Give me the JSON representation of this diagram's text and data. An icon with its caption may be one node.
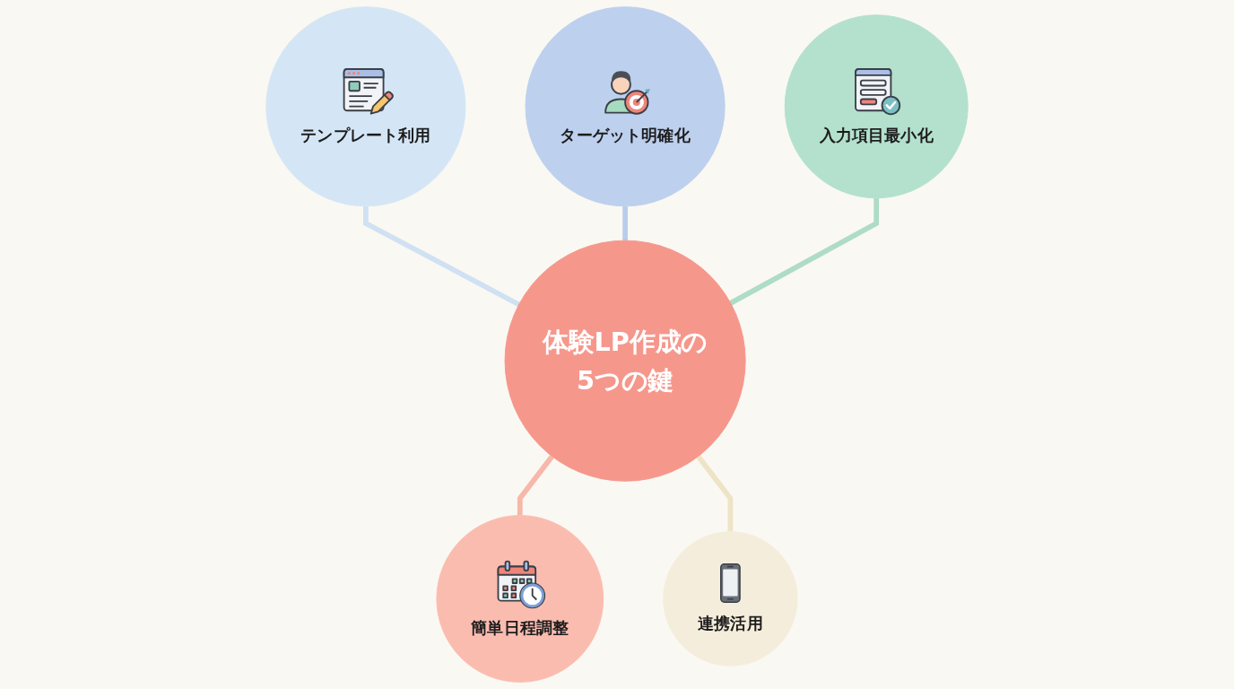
{
  "diagram": {
    "nodes": [
      {
        "text": [
          "ターゲット明確化"
        ]
      },
      {
        "text": [
          "テンプレート利用"
        ]
      },
      {
        "text": [
          "体験LP作成の5つの鍵"
        ]
      },
      {
        "text": [
          "入力項目最小化"
        ]
      },
      {
        "text": [
          "簡単日程調整"
        ]
      },
      {
        "text": [
          "連携活用"
        ]
      }
    ],
    "edges": [
      {
        "from": 1,
        "to": 2,
        "arrow": "none",
        "color": "#cfe1f2"
      },
      {
        "from": 0,
        "to": 2,
        "arrow": "none",
        "color": "#b8cceb"
      },
      {
        "from": 3,
        "to": 2,
        "arrow": "none",
        "color": "#aedcc6"
      },
      {
        "from": 2,
        "to": 4,
        "arrow": "none",
        "color": "#f7b7a9"
      },
      {
        "from": 2,
        "to": 5,
        "arrow": "none",
        "color": "#efe3c6"
      }
    ]
  }
}
